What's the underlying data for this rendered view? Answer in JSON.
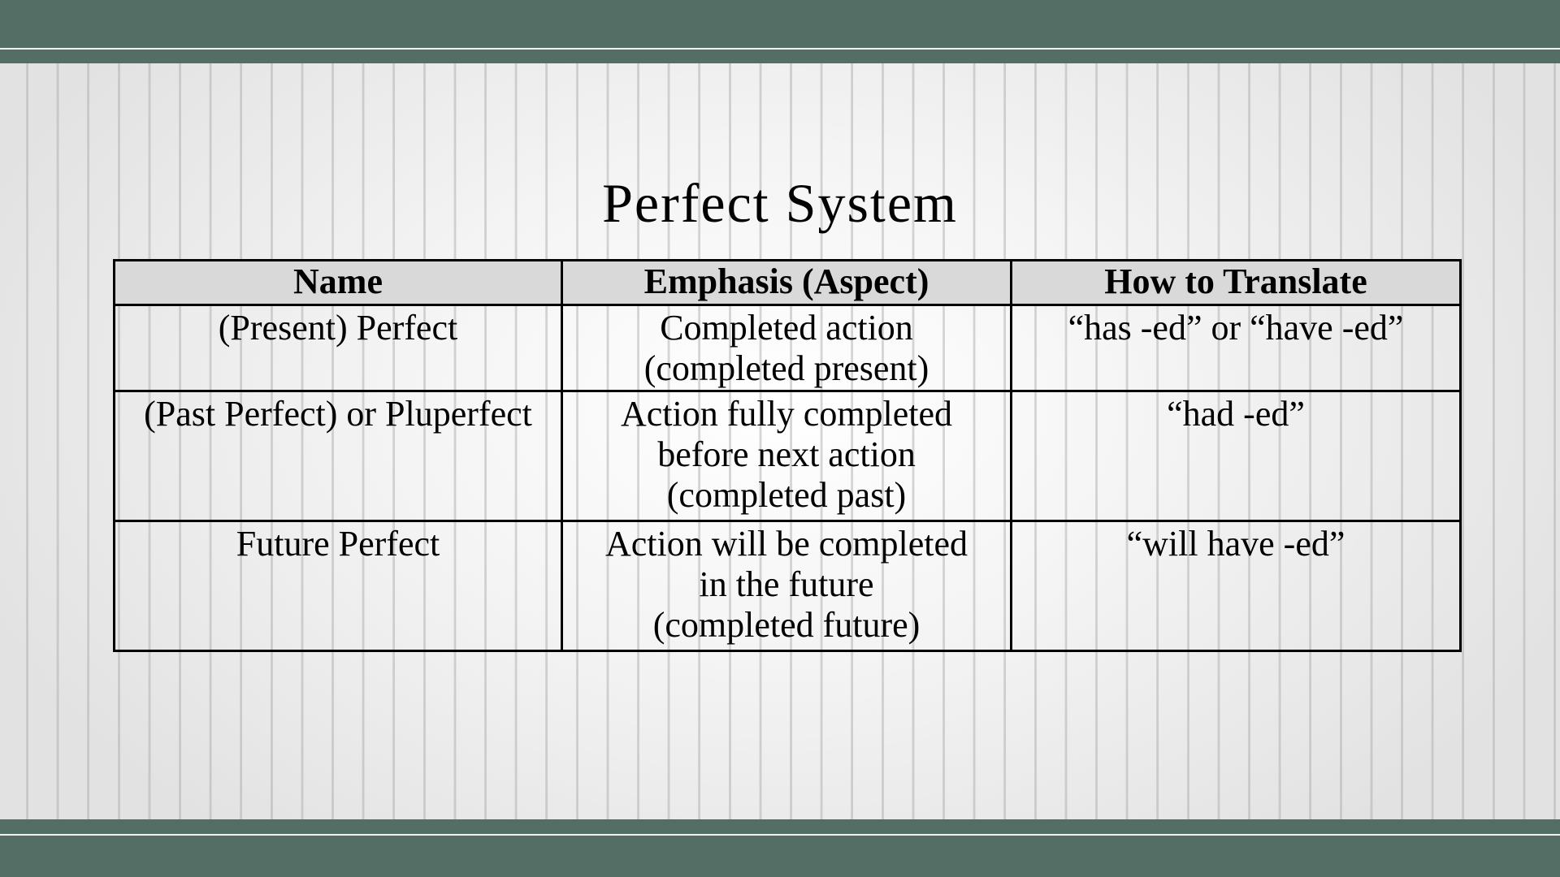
{
  "slide": {
    "title": "Perfect System",
    "colors": {
      "band": "#546e66",
      "band_rule": "#f2f2f2",
      "header_fill": "#d9d9d9",
      "border": "#000000"
    }
  },
  "table": {
    "headers": [
      "Name",
      "Emphasis (Aspect)",
      "How to Translate"
    ],
    "rows": [
      {
        "name": "(Present) Perfect",
        "emphasis": [
          "Completed action",
          "(completed present)"
        ],
        "translate": "“has -ed” or “have -ed”"
      },
      {
        "name": "(Past Perfect) or Pluperfect",
        "emphasis": [
          "Action fully completed",
          "before next action",
          "(completed past)"
        ],
        "translate": "“had -ed”"
      },
      {
        "name": "Future Perfect",
        "emphasis": [
          "Action will be completed",
          "in the future",
          "(completed future)"
        ],
        "translate": "“will have -ed”"
      }
    ]
  }
}
